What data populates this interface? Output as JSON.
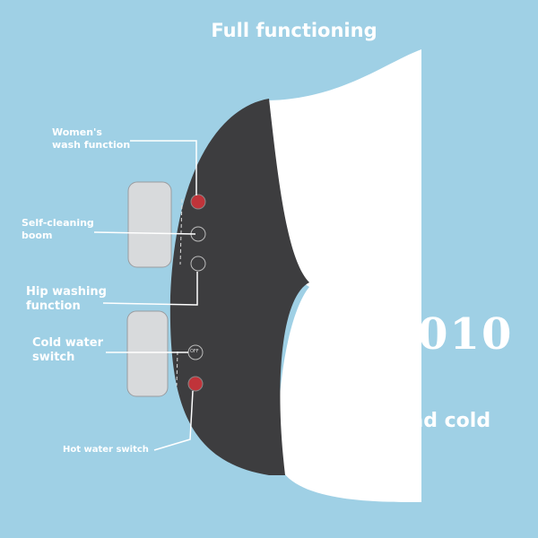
{
  "title": "Full functioning",
  "model": "EB010",
  "subtitle": "Hot and cold",
  "labels": {
    "womens_wash": "Women's\nwash function",
    "self_cleaning": "Self-cleaning\nboom",
    "hip_washing": "Hip washing\nfunction",
    "cold_water": "Cold water\nswitch",
    "hot_water": "Hot water switch"
  },
  "knob_text": {
    "off": "OFF"
  },
  "colors": {
    "background": "#9fd0e5",
    "panel": "#3d3d3f",
    "accent_red": "#c0343a",
    "body": "#ffffff"
  }
}
